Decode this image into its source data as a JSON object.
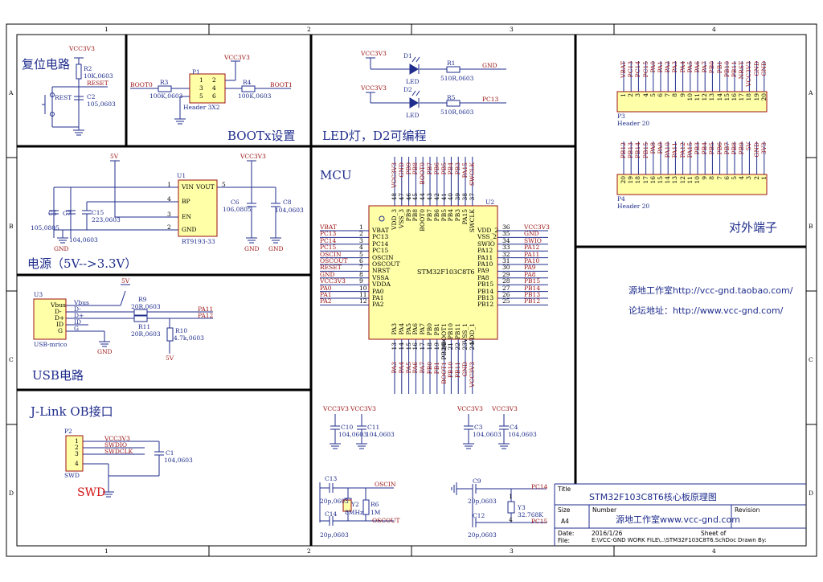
{
  "border": {
    "cols": [
      "1",
      "2",
      "3",
      "4"
    ],
    "rows": [
      "A",
      "B",
      "C",
      "D"
    ]
  },
  "sections": {
    "reset": "复位电路",
    "boot": "BOOTx设置",
    "led": "LED灯，D2可编程",
    "mcu": "MCU",
    "power": "电源（5V-->3.3V）",
    "usb": "USB电路",
    "jlink": "J-Link OB接口",
    "swd_red": "SWD",
    "ext": "对外端子"
  },
  "reset": {
    "vcc": "VCC3V3",
    "r2": "R2",
    "r2v": "10K,0603",
    "reset_net": "RESET",
    "c2": "C2",
    "c2v": "105,0603",
    "sw": "REST"
  },
  "boot": {
    "vcc": "VCC3V3",
    "p1": "P1",
    "r3": "R3",
    "r3v": "100K,0603",
    "r4": "R4",
    "r4v": "100K,0603",
    "boot0": "BOOT0",
    "boot1": "BOOT1",
    "header": "Header 3X2",
    "pins": [
      "1",
      "2",
      "3",
      "4",
      "5",
      "6"
    ]
  },
  "led": {
    "vcc1": "VCC3V3",
    "vcc2": "VCC3V3",
    "d1": "D1",
    "d2": "D2",
    "led1": "LED",
    "led2": "LED",
    "r1": "R1",
    "r1v": "510R,0603",
    "r5": "R5",
    "r5v": "510R,0603",
    "gnd": "GND",
    "pc13": "PC13"
  },
  "power": {
    "v5": "5V",
    "vcc": "VCC3V3",
    "u1": "U1",
    "u1name": "RT9193-33",
    "pins": [
      "VIN",
      "VOUT",
      "BP",
      "EN",
      "GND"
    ],
    "pinnums": [
      "1",
      "5",
      "4",
      "3",
      "2"
    ],
    "c5": "C5",
    "c5v": "105,0805",
    "c7": "C7",
    "c7v": "104,0603",
    "c15": "C15",
    "c15v": "223,0603",
    "c6": "C6",
    "c6v": "106,0805",
    "c8": "C8",
    "c8v": "104,0603",
    "gnd": "GND"
  },
  "usb": {
    "u3": "U3",
    "name": "USB-mrico",
    "pins": [
      "Vbus",
      "D-",
      "D+",
      "ID",
      "G"
    ],
    "v5": "5V",
    "r9": "R9",
    "r9v": "20R,0603",
    "r11": "R11",
    "r11v": "20R,0603",
    "r10": "R10",
    "r10v": "4.7k,0603",
    "pa11": "PA11",
    "pa12": "PA12",
    "gnd": "GND",
    "v5b": "5V"
  },
  "jlink": {
    "p2": "P2",
    "name": "SWD",
    "nets": [
      "VCC3V3",
      "SWDIO",
      "SWDCLK"
    ],
    "pins": [
      "1",
      "2",
      "3",
      "4"
    ],
    "c1": "C1",
    "c1v": "104,0603"
  },
  "mcu": {
    "u2": "U2",
    "part": "STM32F103C8T6",
    "left": [
      [
        "VBAT",
        "1",
        "VBAT"
      ],
      [
        "PC13",
        "2",
        "PC13"
      ],
      [
        "PC14",
        "3",
        "PC14"
      ],
      [
        "PC15",
        "4",
        "PC15"
      ],
      [
        "OSCIN",
        "5",
        "OSCIN"
      ],
      [
        "OSCOUT",
        "6",
        "OSCOUT"
      ],
      [
        "RESET",
        "7",
        "NRST"
      ],
      [
        "GND",
        "8",
        "VSSA"
      ],
      [
        "VCC3V3",
        "9",
        "VDDA"
      ],
      [
        "PA0",
        "10",
        "PA0"
      ],
      [
        "PA1",
        "11",
        "PA1"
      ],
      [
        "PA2",
        "12",
        "PA2"
      ]
    ],
    "right": [
      [
        "VCC3V3",
        "36",
        "VDD_2"
      ],
      [
        "GND",
        "35",
        "VSS_2"
      ],
      [
        "SWIO",
        "34",
        "SWIO"
      ],
      [
        "PA12",
        "33",
        "PA12"
      ],
      [
        "PA11",
        "32",
        "PA11"
      ],
      [
        "PA10",
        "31",
        "PA10"
      ],
      [
        "PA9",
        "30",
        "PA9"
      ],
      [
        "PA8",
        "29",
        "PA8"
      ],
      [
        "PB15",
        "28",
        "PB15"
      ],
      [
        "PB14",
        "27",
        "PB14"
      ],
      [
        "PB13",
        "26",
        "PB13"
      ],
      [
        "PB12",
        "25",
        "PB12"
      ]
    ],
    "top": [
      [
        "VCC3V3",
        "48",
        "VDD_3"
      ],
      [
        "GND",
        "47",
        "VSS_3"
      ],
      [
        "PB9",
        "46",
        "PB9"
      ],
      [
        "PB8",
        "45",
        "PB8"
      ],
      [
        "BOOT0",
        "44",
        "BOOT0"
      ],
      [
        "PB7",
        "43",
        "PB7"
      ],
      [
        "PB6",
        "42",
        "PB6"
      ],
      [
        "PB5",
        "41",
        "PB5"
      ],
      [
        "PB4",
        "40",
        "PB4"
      ],
      [
        "PB3",
        "39",
        "PB3"
      ],
      [
        "PA15",
        "38",
        "PA15"
      ],
      [
        "SWCLK",
        "37",
        "SWCLK"
      ]
    ],
    "bottom": [
      [
        "PA3",
        "13",
        "PA3"
      ],
      [
        "PA4",
        "14",
        "PA4"
      ],
      [
        "PA5",
        "15",
        "PA5"
      ],
      [
        "PA6",
        "16",
        "PA6"
      ],
      [
        "PA7",
        "17",
        "PA7"
      ],
      [
        "PB0",
        "18",
        "PB0"
      ],
      [
        "PB1",
        "19",
        "PB1"
      ],
      [
        "BOOT1",
        "20",
        "PB2/BOOT1"
      ],
      [
        "PB10",
        "21",
        "PB10"
      ],
      [
        "PB11",
        "22",
        "PB11"
      ],
      [
        "GND",
        "23",
        "VSS_1"
      ],
      [
        "VCC3V3",
        "24",
        "VDD_1"
      ]
    ]
  },
  "decoup": {
    "vcc": "VCC3V3",
    "c10": "C10",
    "c10v": "104,0603",
    "c11": "C11",
    "c11v": "104,0603",
    "c3": "C3",
    "c3v": "104,0603",
    "c4": "C4",
    "c4v": "104,0603"
  },
  "xtal1": {
    "c13": "C13",
    "c13v": "20p,0603",
    "c14": "C14",
    "c14v": "20p,0603",
    "y2": "Y2",
    "y2v": "8MHz",
    "r6": "R6",
    "r6v": "1M",
    "oscin": "OSCIN",
    "oscout": "OSCOUT"
  },
  "xtal2": {
    "c9": "C9",
    "c9v": "20p,0603",
    "c12": "C12",
    "c12v": "20p,0603",
    "y3": "Y3",
    "y3v": "32.768K",
    "pc14": "PC14",
    "pc15": "PC15",
    "p1": "1",
    "p4": "4"
  },
  "headers": {
    "p3": "P3",
    "p3v": "Header 20",
    "p3nets": [
      "VBAT",
      "PC13",
      "PC14",
      "PC15",
      "PA0",
      "PA1",
      "PA2",
      "PA3",
      "PA4",
      "PA5",
      "PA6",
      "PA7",
      "PB0",
      "PB1",
      "PB10",
      "PB11",
      "NRST",
      "VCC3V3",
      "GND",
      "GND"
    ],
    "p4": "P4",
    "p4v": "Header 20",
    "p4nets": [
      "PB12",
      "PB13",
      "PB14",
      "PB15",
      "PA8",
      "PA9",
      "PA10",
      "PA11",
      "PA12",
      "PA15",
      "PB3",
      "PB4",
      "PB5",
      "PB6",
      "PB7",
      "PB8",
      "PB9",
      "5V",
      "GND",
      "3V3"
    ]
  },
  "web": {
    "shop": "源地工作室http://vcc-gnd.taobao.com/",
    "forum": "论坛地址：http://www.vcc-gnd.com/"
  },
  "titleblock": {
    "title_lbl": "Title",
    "title": "STM32F103C8T6核心板原理图",
    "size_lbl": "Size",
    "size": "A4",
    "number_lbl": "Number",
    "number": "源地工作室www.vcc-gnd.com",
    "rev_lbl": "Revision",
    "date_lbl": "Date:",
    "date": "2016/1/26",
    "file_lbl": "File:",
    "file": "E:\\VCC-GND WORK FILE\\..\\STM32F103C8T6.SchDoc",
    "sheet_lbl": "Sheet of",
    "drawn_lbl": "Drawn By:"
  }
}
